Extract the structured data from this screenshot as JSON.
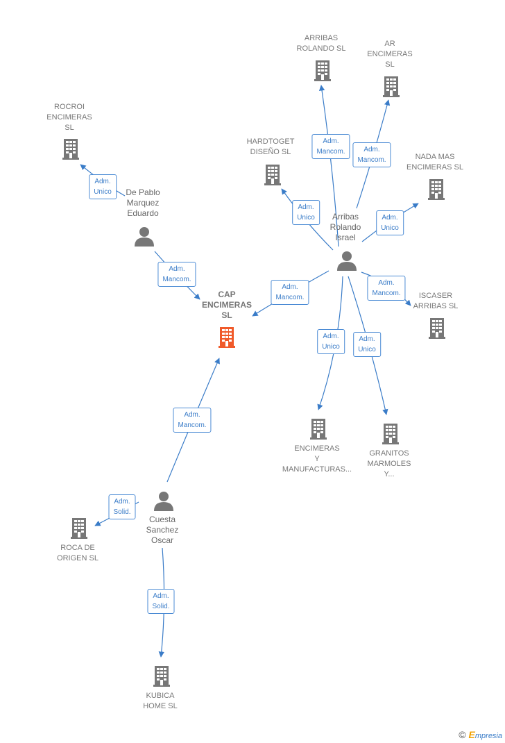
{
  "colors": {
    "edge": "#3a7cc8",
    "building": "#777777",
    "main_building": "#f05a2a",
    "person": "#777777"
  },
  "nodes": {
    "cap": {
      "label": "CAP\nENCIMERAS\nSL",
      "icon": "building-icon",
      "main": true
    },
    "arribas_rolando_sl": {
      "label": "ARRIBAS\nROLANDO SL",
      "icon": "building-icon"
    },
    "ar_encimeras": {
      "label": "AR\nENCIMERAS\nSL",
      "icon": "building-icon"
    },
    "hardtoget": {
      "label": "HARDTOGET\nDISEÑO SL",
      "icon": "building-icon"
    },
    "nada_mas": {
      "label": "NADA MAS\nENCIMERAS SL",
      "icon": "building-icon"
    },
    "rocroi": {
      "label": "ROCROI\nENCIMERAS\nSL",
      "icon": "building-icon"
    },
    "iscaser": {
      "label": "ISCASER\nARRIBAS SL",
      "icon": "building-icon"
    },
    "encimeras_manuf": {
      "label": "ENCIMERAS\nY\nMANUFACTURAS...",
      "icon": "building-icon"
    },
    "granitos": {
      "label": "GRANITOS\nMARMOLES\nY...",
      "icon": "building-icon"
    },
    "roca": {
      "label": "ROCA DE\nORIGEN SL",
      "icon": "building-icon"
    },
    "kubica": {
      "label": "KUBICA\nHOME SL",
      "icon": "building-icon"
    },
    "arribas_person": {
      "label": "Arribas\nRolando\nIsrael",
      "icon": "person-icon"
    },
    "depablo": {
      "label": "De Pablo\nMarquez\nEduardo",
      "icon": "person-icon"
    },
    "cuesta": {
      "label": "Cuesta\nSanchez\nOscar",
      "icon": "person-icon"
    }
  },
  "edges": [
    {
      "id": "e1",
      "label": "Adm.\nMancom."
    },
    {
      "id": "e2",
      "label": "Adm.\nMancom."
    },
    {
      "id": "e3",
      "label": "Adm.\nUnico"
    },
    {
      "id": "e4",
      "label": "Adm.\nUnico"
    },
    {
      "id": "e5",
      "label": "Adm.\nMancom."
    },
    {
      "id": "e6",
      "label": "Adm.\nMancom."
    },
    {
      "id": "e7",
      "label": "Adm.\nUnico"
    },
    {
      "id": "e8",
      "label": "Adm.\nUnico"
    },
    {
      "id": "e9",
      "label": "Adm.\nUnico"
    },
    {
      "id": "e10",
      "label": "Adm.\nMancom."
    },
    {
      "id": "e11",
      "label": "Adm.\nMancom."
    },
    {
      "id": "e12",
      "label": "Adm.\nSolid."
    },
    {
      "id": "e13",
      "label": "Adm.\nSolid."
    }
  ],
  "footer": {
    "copyright": "©",
    "brand_initial": "E",
    "brand_rest": "mpresia"
  }
}
